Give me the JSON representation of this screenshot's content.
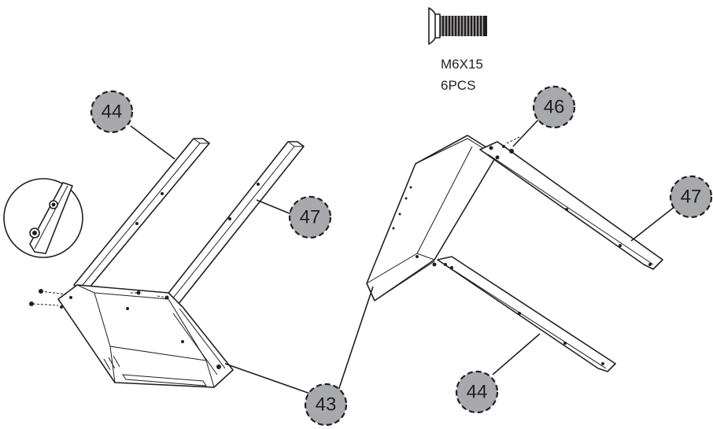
{
  "hardware": {
    "icon": "screw-icon",
    "size": "M6X15",
    "quantity": "6PCS"
  },
  "callouts": [
    {
      "id": "callout-44-left",
      "label": "44"
    },
    {
      "id": "callout-47-left",
      "label": "47"
    },
    {
      "id": "callout-46",
      "label": "46"
    },
    {
      "id": "callout-47-right",
      "label": "47"
    },
    {
      "id": "callout-43",
      "label": "43"
    },
    {
      "id": "callout-44-right",
      "label": "44"
    }
  ],
  "colors": {
    "line": "#231f20",
    "callout_fill": "#a7a9ac",
    "background": "#ffffff"
  }
}
